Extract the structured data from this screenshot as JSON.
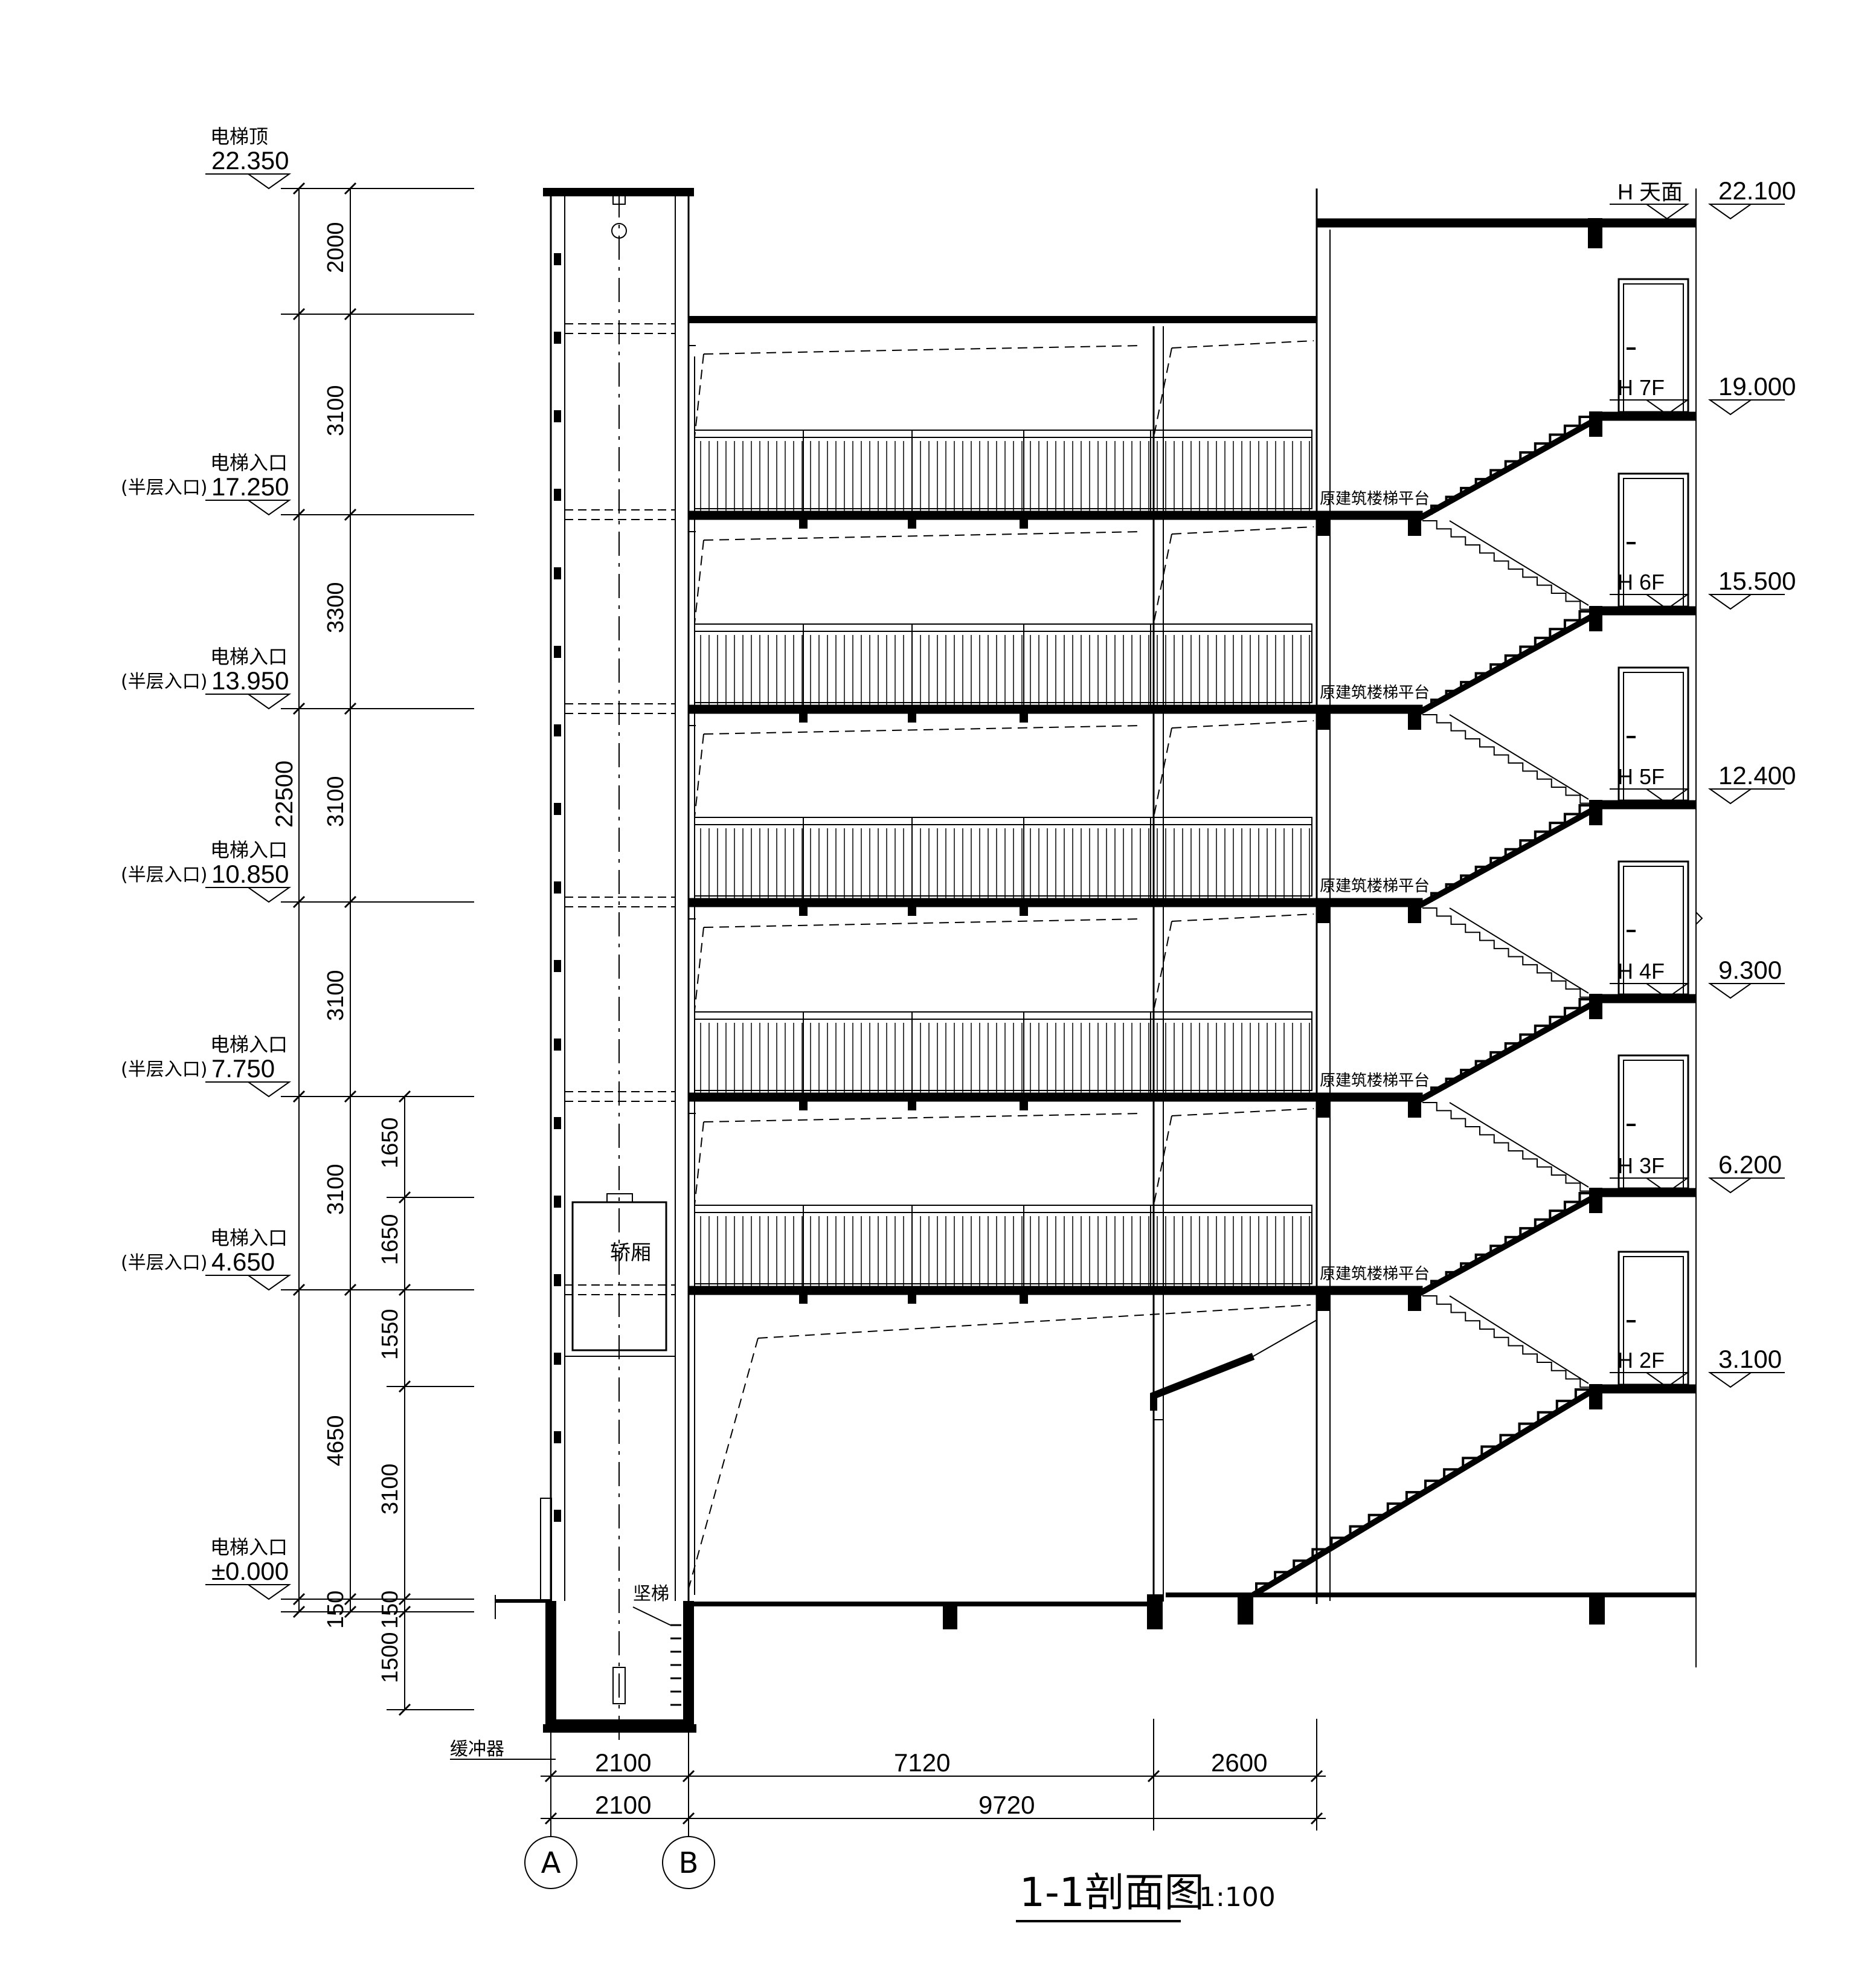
{
  "title": {
    "main": "1-1剖面图",
    "scale": "1:100"
  },
  "left_levels": [
    {
      "label": "电梯顶",
      "prefix": "",
      "value": "22.350"
    },
    {
      "label": "电梯入口",
      "prefix": "(半层入口)",
      "value": "17.250"
    },
    {
      "label": "电梯入口",
      "prefix": "(半层入口)",
      "value": "13.950"
    },
    {
      "label": "电梯入口",
      "prefix": "(半层入口)",
      "value": "10.850"
    },
    {
      "label": "电梯入口",
      "prefix": "(半层入口)",
      "value": "7.750"
    },
    {
      "label": "电梯入口",
      "prefix": "(半层入口)",
      "value": "4.650"
    },
    {
      "label": "电梯入口",
      "prefix": "",
      "value": "±0.000"
    }
  ],
  "left_dims_outer": [
    "2000",
    "3100",
    "3300",
    "3100",
    "3100",
    "3100",
    "4650",
    "150",
    "22500"
  ],
  "left_dims_inner": [
    "1650",
    "1650",
    "1550",
    "3100",
    "150",
    "1500"
  ],
  "right_levels": [
    {
      "floor": "H  天面",
      "value": "22.100"
    },
    {
      "floor": "H  7F",
      "value": "19.000"
    },
    {
      "floor": "H  6F",
      "value": "15.500"
    },
    {
      "floor": "H  5F",
      "value": "12.400"
    },
    {
      "floor": "H  4F",
      "value": "9.300"
    },
    {
      "floor": "H  3F",
      "value": "6.200"
    },
    {
      "floor": "H  2F",
      "value": "3.100"
    }
  ],
  "platform_label": "原建筑楼梯平台",
  "car_label": "轿厢",
  "ladder_label": "坚梯",
  "buffer_label": "缓冲器",
  "bottom_dims_row1": [
    "2100",
    "7120",
    "2600"
  ],
  "bottom_dims_row2": [
    "2100",
    "9720"
  ],
  "axes": [
    "A",
    "B"
  ]
}
